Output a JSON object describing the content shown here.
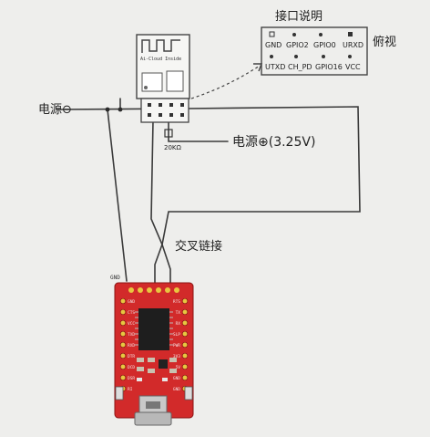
{
  "pinout": {
    "title": "接口说明",
    "view_label": "俯视",
    "top_row": [
      "GND",
      "GPIO2",
      "GPIO0",
      "URXD"
    ],
    "bottom_row": [
      "UTXD",
      "CH_PD",
      "GPIO16",
      "VCC"
    ]
  },
  "labels": {
    "power_negative": "电源⊖",
    "power_positive": "电源⊕(3.25V)",
    "resistor": "20KΩ",
    "cross_connection": "交叉链接",
    "gnd": "GND"
  },
  "module": {
    "antenna_text": "Ai-Cloud Inside"
  },
  "usb_board": {
    "left_pins": [
      "GND",
      "CTS",
      "VCC",
      "TXD",
      "RXD",
      "DTR",
      "DCD",
      "DSR",
      "RI"
    ],
    "right_pins": [
      "RTS",
      "TX",
      "RX",
      "SLP",
      "PWR",
      "3V3",
      "5V",
      "GND",
      "GND"
    ]
  },
  "colors": {
    "paper": "#eeeeec",
    "ink": "#2a2a2a",
    "board_red": "#d22a2a"
  }
}
